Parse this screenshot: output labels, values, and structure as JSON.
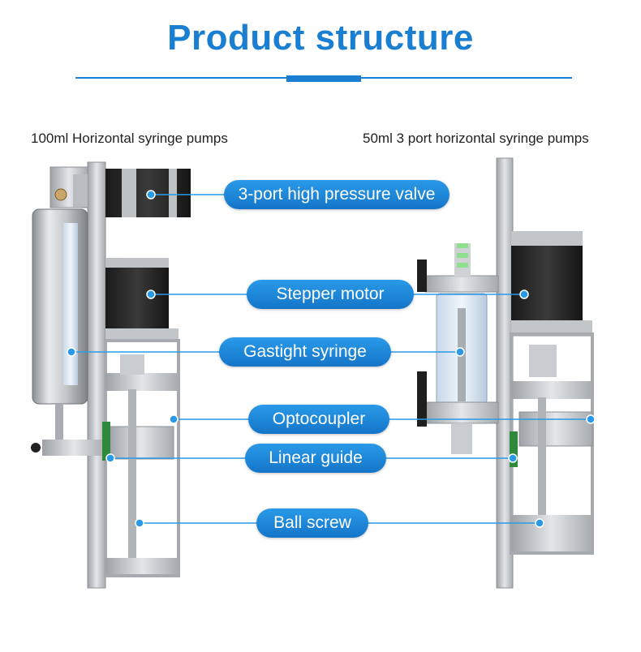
{
  "title": "Product structure",
  "captions": {
    "left": "100ml Horizontal syringe pumps",
    "right": "50ml 3 port horizontal syringe pumps"
  },
  "labels": [
    "3-port high pressure valve",
    "Stepper motor",
    "Gastight syringe",
    "Optocoupler",
    "Linear guide",
    "Ball screw"
  ],
  "colors": {
    "accent": "#1a7fd0",
    "pill": "#1c86d8",
    "connector": "#2a9ae8"
  }
}
